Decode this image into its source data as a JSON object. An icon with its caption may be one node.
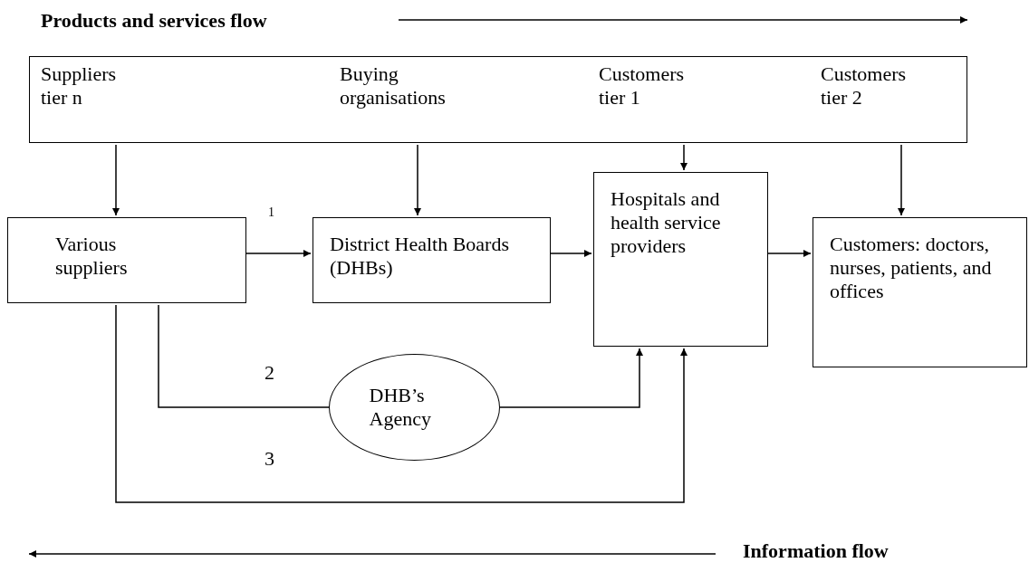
{
  "diagram": {
    "nodes": [
      {
        "text": [
          "Suppliers tier n",
          "Buying organisations",
          "Customers tier 1",
          "Customers tier 2"
        ]
      },
      {
        "text": [
          "Various suppliers"
        ]
      },
      {
        "text": [
          "District Health Boards (DHBs)"
        ]
      },
      {
        "text": [
          "Hospitals and health service providers"
        ]
      },
      {
        "text": [
          "Customers: doctors, nurses, patients, and offices"
        ]
      },
      {
        "text": [
          "DHB’s Agency"
        ]
      }
    ],
    "edges": [
      {
        "from": 0,
        "to": 1,
        "arrow": "to"
      },
      {
        "from": 0,
        "to": 2,
        "arrow": "to"
      },
      {
        "from": 0,
        "to": 3,
        "arrow": "to"
      },
      {
        "from": 0,
        "to": 4,
        "arrow": "to"
      },
      {
        "from": 1,
        "to": 2,
        "arrow": "to",
        "label": "1"
      },
      {
        "from": 2,
        "to": 3,
        "arrow": "to"
      },
      {
        "from": 3,
        "to": 4,
        "arrow": "to"
      },
      {
        "from": 1,
        "to": 5,
        "arrow": "none",
        "label": "2"
      },
      {
        "from": 5,
        "to": 3,
        "arrow": "to"
      },
      {
        "from": 1,
        "to": 3,
        "arrow": "to",
        "label": "3"
      }
    ],
    "labels": [
      "Products and services flow",
      "Information flow"
    ]
  }
}
